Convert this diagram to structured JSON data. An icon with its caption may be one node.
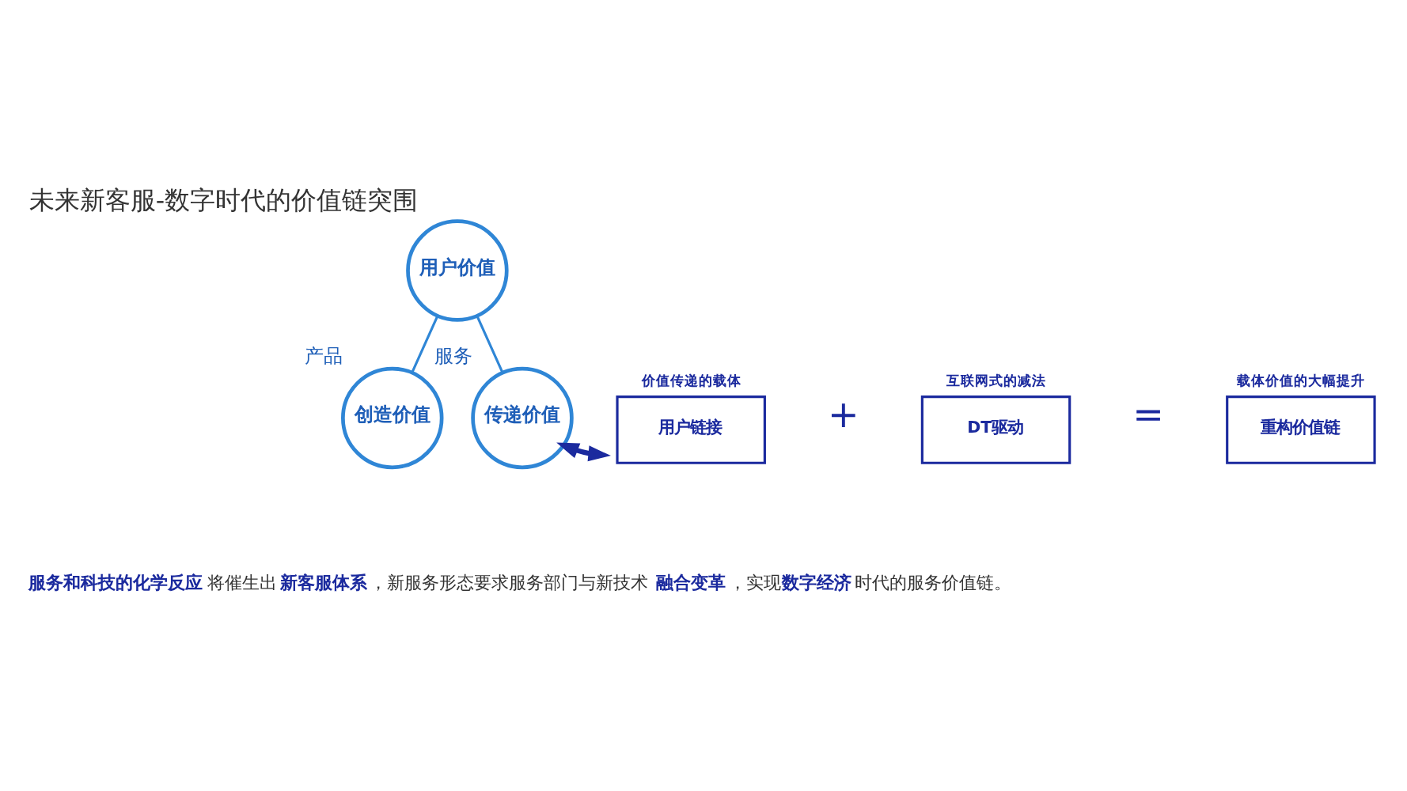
{
  "diagram": {
    "title": "未来新客服-数字时代的价值链突围",
    "nodes": [
      {
        "text": [
          "用户价值"
        ]
      },
      {
        "text": [
          "创造价值"
        ],
        "beside": [
          "产品"
        ]
      },
      {
        "text": [
          "传递价值"
        ],
        "beside": [
          "服务"
        ]
      },
      {
        "text": [
          "价值传递的载体",
          "用户链接"
        ]
      },
      {
        "text": [
          "互联网式的减法",
          "DT驱动"
        ]
      },
      {
        "text": [
          "载体价值的大幅提升",
          "重构价值链"
        ]
      }
    ],
    "edges": [
      {
        "from": 0,
        "to": 1,
        "arrow": "none"
      },
      {
        "from": 0,
        "to": 2,
        "arrow": "none"
      },
      {
        "from": 2,
        "to": 3,
        "arrow": "both",
        "style": "thick",
        "color": "#1b2a9e"
      }
    ],
    "labels": [
      "+",
      "=",
      "**服务和科技的化学反应**将催生出**新客服体系**，新服务形态要求服务部门与新技术**融合变革**，实现**数字经济**时代的服务价值链。"
    ]
  }
}
